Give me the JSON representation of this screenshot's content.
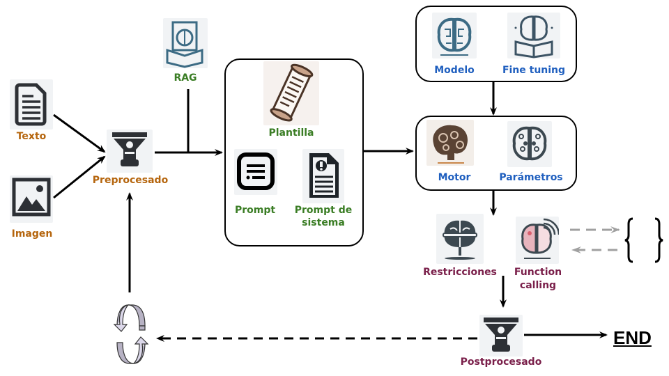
{
  "nodes": {
    "texto": {
      "label": "Texto",
      "icon": "document-icon"
    },
    "imagen": {
      "label": "Imagen",
      "icon": "image-icon"
    },
    "preprocesado": {
      "label": "Preprocesado",
      "icon": "funnel-gear-icon"
    },
    "rag": {
      "label": "RAG",
      "icon": "brain-book-icon"
    },
    "plantilla": {
      "label": "Plantilla",
      "icon": "scroll-icon"
    },
    "prompt": {
      "label": "Prompt",
      "icon": "chat-list-icon"
    },
    "prompt_sistema": {
      "label_line1": "Prompt de",
      "label_line2": "sistema",
      "icon": "alert-document-icon"
    },
    "modelo": {
      "label": "Modelo",
      "icon": "circuit-brain-icon"
    },
    "fine_tuning": {
      "label": "Fine tuning",
      "icon": "brain-reading-icon"
    },
    "motor": {
      "label": "Motor",
      "icon": "gear-brain-icon"
    },
    "parametros": {
      "label": "Parámetros",
      "icon": "settings-brain-icon"
    },
    "restricciones": {
      "label": "Restricciones",
      "icon": "chained-brain-icon"
    },
    "function_calling": {
      "label_line1": "Function",
      "label_line2": "calling",
      "icon": "signal-brain-icon"
    },
    "postprocesado": {
      "label": "Postprocesado",
      "icon": "funnel-gear-icon"
    },
    "braces": {
      "label": "{   }"
    },
    "loop": {
      "icon": "cycle-arrows-icon"
    },
    "end": {
      "label": "END"
    }
  },
  "colors": {
    "input": "#b5650d",
    "prompt_group": "#3a7d24",
    "model_group": "#1f5fbf",
    "output_group": "#7a1f4a",
    "dashed_gray": "#a0a0a0"
  }
}
